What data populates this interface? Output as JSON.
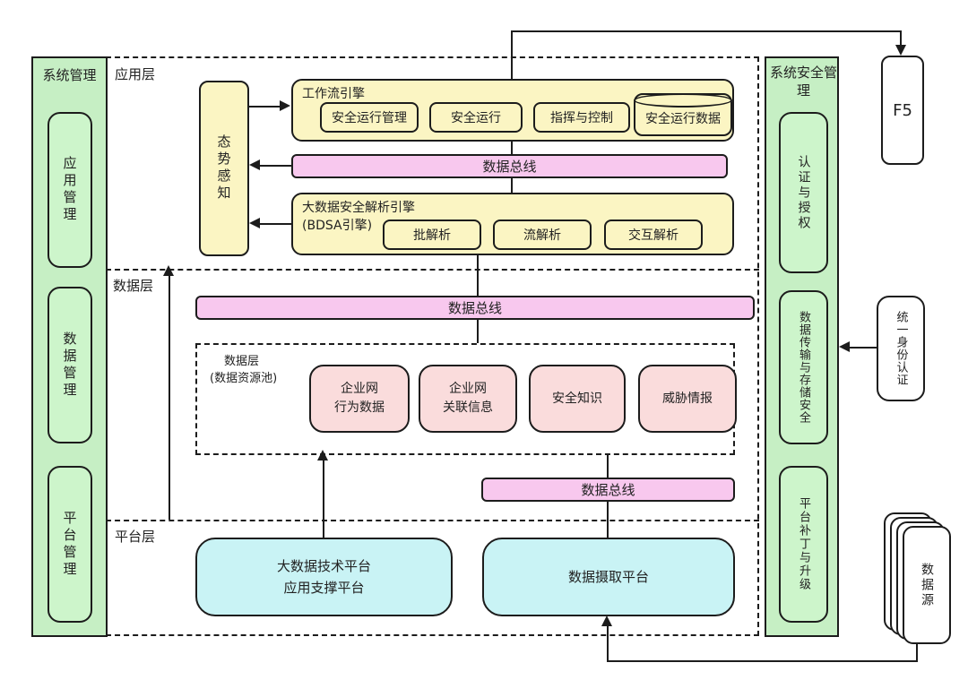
{
  "left_column": {
    "title": "系统管理",
    "items": [
      "应用管理",
      "数据管理",
      "平台管理"
    ]
  },
  "right_column": {
    "title": "系统安全管理",
    "items": [
      "认证与授权",
      "数据传输与存储安全",
      "平台补丁与升级"
    ]
  },
  "layers": {
    "app": "应用层",
    "data": "数据层",
    "platform": "平台层"
  },
  "situational_awareness": "态势感知",
  "workflow_engine": {
    "title": "工作流引擎",
    "items": [
      "安全运行管理",
      "安全运行",
      "指挥与控制"
    ],
    "datastore": "安全运行数据"
  },
  "buses": {
    "app": "数据总线",
    "data": "数据总线",
    "platform": "数据总线"
  },
  "bdsa": {
    "title_line1": "大数据安全解析引擎",
    "title_line2": "(BDSA引擎)",
    "items": [
      "批解析",
      "流解析",
      "交互解析"
    ]
  },
  "resource_pool": {
    "label_line1": "数据层",
    "label_line2": "(数据资源池)",
    "items": [
      {
        "line1": "企业网",
        "line2": "行为数据"
      },
      {
        "line1": "企业网",
        "line2": "关联信息"
      },
      {
        "line1": "安全知识",
        "line2": ""
      },
      {
        "line1": "威胁情报",
        "line2": ""
      }
    ]
  },
  "platform_boxes": [
    {
      "line1": "大数据技术平台",
      "line2": "应用支撑平台"
    },
    {
      "line1": "数据摄取平台",
      "line2": ""
    }
  ],
  "side": {
    "f5": "F5",
    "unified_identity": "统一身份认证",
    "data_source": "数据源"
  },
  "colors": {
    "green_fill": "#c6efc4",
    "green_box": "#cdf5cb",
    "yellow": "#fbf5c3",
    "bus_pink": "#f8c8ee",
    "resource_pink": "#fadcdc",
    "cyan": "#c9f3f5",
    "line": "#1c1c1c"
  }
}
